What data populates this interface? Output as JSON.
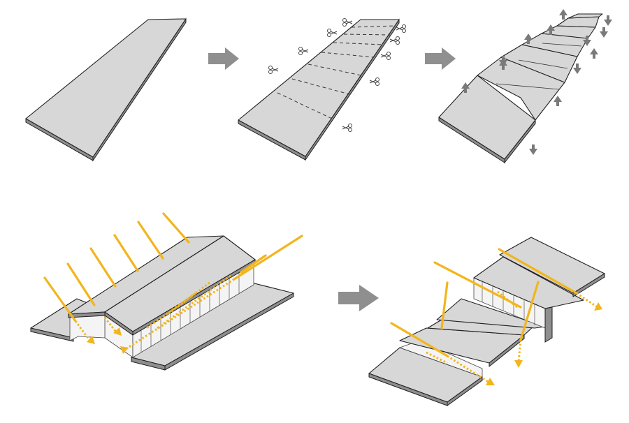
{
  "diagram": {
    "steps": [
      "flat-slab",
      "cut-slab",
      "tilted-segments"
    ],
    "transforms": [
      "pitched-roof-daylight",
      "sawtooth-roof-daylight"
    ]
  },
  "colors": {
    "slab_fill": "#d7d7d7",
    "slab_stroke": "#1f1f1f",
    "arrow_fill": "#8f8f8f",
    "sun_ray": "#f2b51c"
  },
  "icons": [
    "scissors-icon",
    "up-arrow-icon",
    "down-arrow-icon",
    "process-arrow-icon"
  ]
}
